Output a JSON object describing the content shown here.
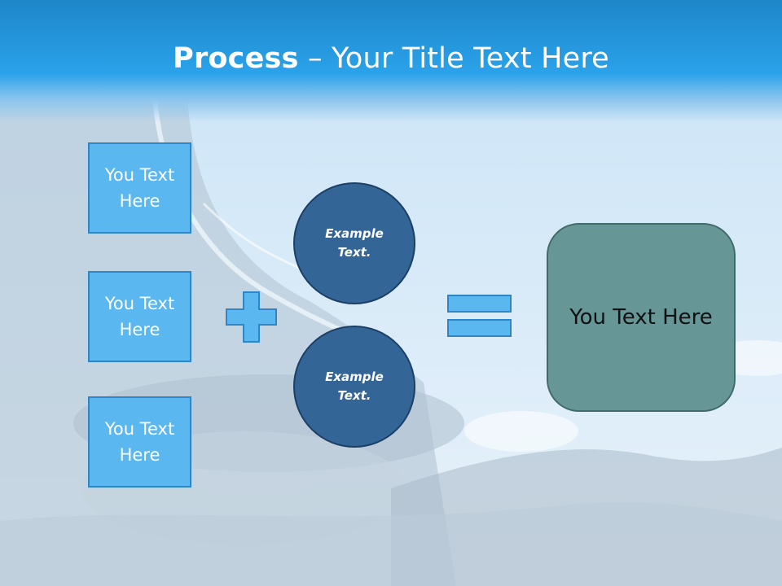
{
  "slide": {
    "title_bold": "Process",
    "title_rest": " – Your Title Text Here"
  },
  "left_boxes": [
    {
      "label": "You Text Here"
    },
    {
      "label": "You Text Here"
    },
    {
      "label": "You Text Here"
    }
  ],
  "circles": [
    {
      "label": "Example Text."
    },
    {
      "label": "Example Text."
    }
  ],
  "operators": {
    "plus": "plus-icon",
    "equals": "equals-icon"
  },
  "result": {
    "label": "You Text Here"
  },
  "colors": {
    "header": "#1e86c9",
    "box_fill": "#5ab7f0",
    "box_border": "#2e86c8",
    "circle_fill": "#346597",
    "result_fill": "#669696"
  }
}
